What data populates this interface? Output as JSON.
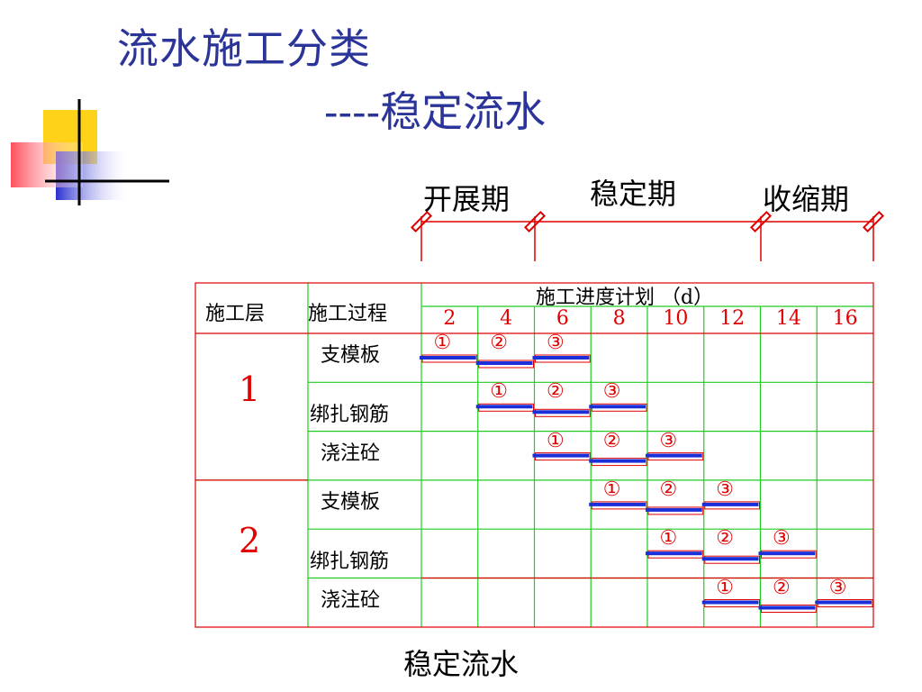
{
  "slide": {
    "title": "流水施工分类",
    "subtitle": "----稳定流水",
    "caption": "稳定流水"
  },
  "phases": [
    "开展期",
    "稳定期",
    "收缩期"
  ],
  "table": {
    "col_layer": "施工层",
    "col_process": "施工过程",
    "schedule_header": "施工进度计划 （d）",
    "day_ticks": [
      "2",
      "4",
      "6",
      "8",
      "10",
      "12",
      "14",
      "16"
    ],
    "layers": [
      "1",
      "2"
    ],
    "processes": [
      "支模板",
      "绑扎钢筋",
      "浇注砼",
      "支模板",
      "绑扎钢筋",
      "浇注砼"
    ],
    "segment_labels": [
      "①",
      "②",
      "③"
    ]
  },
  "chart_data": {
    "type": "gantt",
    "unit": "d",
    "x_ticks": [
      2,
      4,
      6,
      8,
      10,
      12,
      14,
      16
    ],
    "rows": [
      {
        "layer": "1",
        "process": "支模板",
        "segments": [
          {
            "label": "①",
            "start": 0,
            "end": 2
          },
          {
            "label": "②",
            "start": 2,
            "end": 4
          },
          {
            "label": "③",
            "start": 4,
            "end": 6
          }
        ]
      },
      {
        "layer": "1",
        "process": "绑扎钢筋",
        "segments": [
          {
            "label": "①",
            "start": 2,
            "end": 4
          },
          {
            "label": "②",
            "start": 4,
            "end": 6
          },
          {
            "label": "③",
            "start": 6,
            "end": 8
          }
        ]
      },
      {
        "layer": "1",
        "process": "浇注砼",
        "segments": [
          {
            "label": "①",
            "start": 4,
            "end": 6
          },
          {
            "label": "②",
            "start": 6,
            "end": 8
          },
          {
            "label": "③",
            "start": 8,
            "end": 10
          }
        ]
      },
      {
        "layer": "2",
        "process": "支模板",
        "segments": [
          {
            "label": "①",
            "start": 6,
            "end": 8
          },
          {
            "label": "②",
            "start": 8,
            "end": 10
          },
          {
            "label": "③",
            "start": 10,
            "end": 12
          }
        ]
      },
      {
        "layer": "2",
        "process": "绑扎钢筋",
        "segments": [
          {
            "label": "①",
            "start": 8,
            "end": 10
          },
          {
            "label": "②",
            "start": 10,
            "end": 12
          },
          {
            "label": "③",
            "start": 12,
            "end": 14
          }
        ]
      },
      {
        "layer": "2",
        "process": "浇注砼",
        "segments": [
          {
            "label": "①",
            "start": 10,
            "end": 12
          },
          {
            "label": "②",
            "start": 12,
            "end": 14
          },
          {
            "label": "③",
            "start": 14,
            "end": 16
          }
        ]
      }
    ],
    "phases": [
      {
        "name": "开展期",
        "start": 0,
        "end": 4
      },
      {
        "name": "稳定期",
        "start": 4,
        "end": 12
      },
      {
        "name": "收缩期",
        "start": 12,
        "end": 16
      }
    ]
  }
}
